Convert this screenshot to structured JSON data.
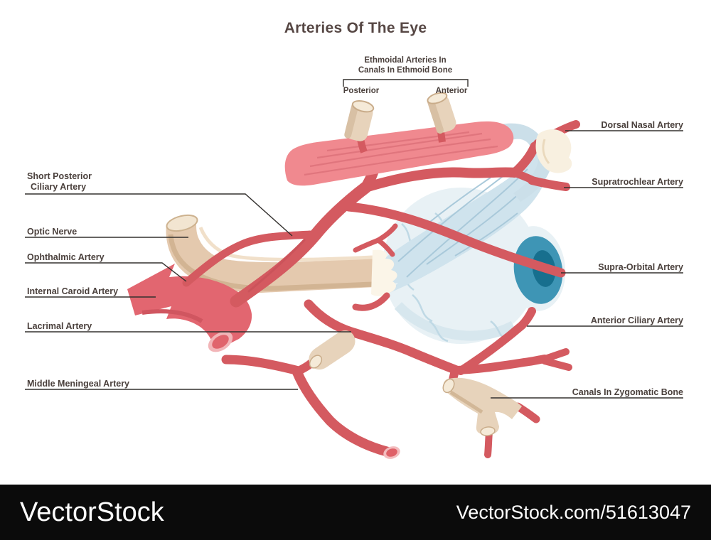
{
  "title": "Arteries Of The Eye",
  "ethmoidal_group": {
    "line1": "Ethmoidal Arteries In",
    "line2": "Canals In Ethmoid Bone",
    "posterior": "Posterior",
    "anterior": "Anterior"
  },
  "labels_left": [
    {
      "id": "short-posterior-ciliary-artery",
      "line1": "Short Posterior",
      "line2": "Ciliary Artery"
    },
    {
      "id": "optic-nerve",
      "text": "Optic Nerve"
    },
    {
      "id": "ophthalmic-artery",
      "text": "Ophthalmic Artery"
    },
    {
      "id": "internal-caroid-artery",
      "text": "Internal Caroid Artery"
    },
    {
      "id": "lacrimal-artery",
      "text": "Lacrimal Artery"
    },
    {
      "id": "middle-meningeal-artery",
      "text": "Middle Meningeal Artery"
    }
  ],
  "labels_right": [
    {
      "id": "dorsal-nasal-artery",
      "text": "Dorsal Nasal Artery"
    },
    {
      "id": "supratrochlear-artery",
      "text": "Supratrochlear Artery"
    },
    {
      "id": "supra-orbital-artery",
      "text": "Supra-Orbital Artery"
    },
    {
      "id": "anterior-ciliary-artery",
      "text": "Anterior Ciliary Artery"
    },
    {
      "id": "canals-in-zygomatic-bone",
      "text": "Canals In Zygomatic Bone"
    }
  ],
  "watermark": {
    "brand": "VectorStock",
    "code": "VectorStock.com/51613047"
  },
  "colors": {
    "artery": "#d45a60",
    "artery_dark": "#c44e56",
    "carotid": "#e26670",
    "muscle": "#f0898f",
    "muscle_striation": "#e0757d",
    "bone": "#e7d3bb",
    "bone_inner": "#f5ead8",
    "nerve": "#e4c9ae",
    "eye": "#e8f1f5",
    "tendon": "#cfe3ed",
    "iris": "#3e95b5",
    "pupil": "#176f8e",
    "label_text": "#4a403c",
    "leader_line": "#33302e",
    "watermark_bg": "#0b0b0b"
  }
}
